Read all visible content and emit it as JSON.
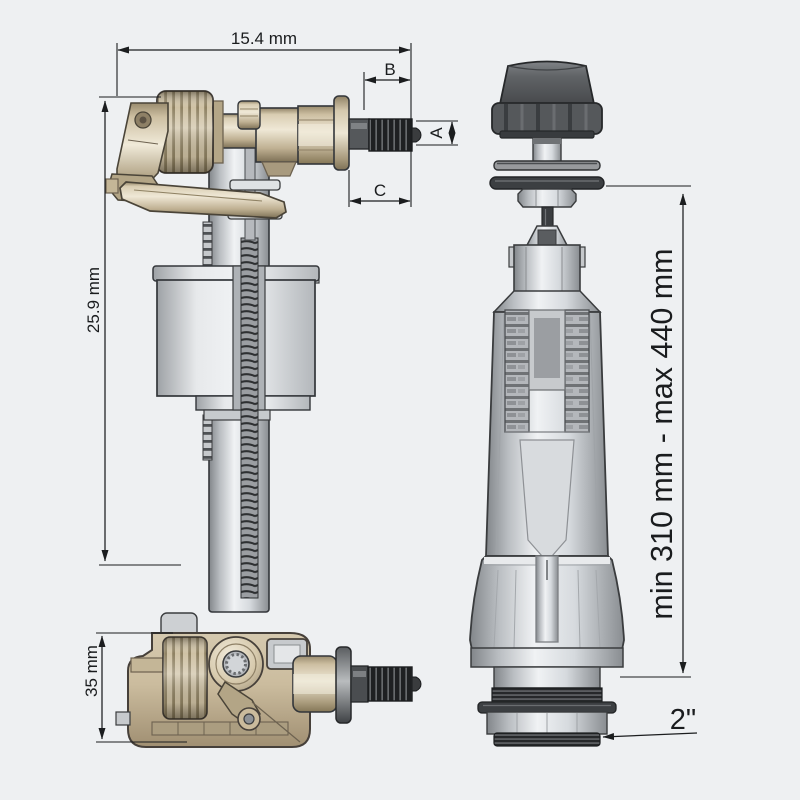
{
  "drawing": {
    "title": "toilet fill valve and flush valve dimensional drawing",
    "background": "#eef0f2",
    "line_color": "#1b1d1f",
    "fill_valve_side": {
      "dims": {
        "overall_width": "15.4 mm",
        "overall_height": "25.9 mm",
        "thread_diameter": "A",
        "thread_length": "B",
        "shank_length": "C"
      }
    },
    "fill_valve_top": {
      "dims": {
        "body_height": "35 mm"
      }
    },
    "flush_valve": {
      "dims": {
        "install_height": "min 310 mm - max 440 mm",
        "outlet_thread": "2\""
      }
    },
    "colors": {
      "tan_plastic": "#c9bb9e",
      "grey_plastic": "#ced2d6",
      "dark_grey": "#4e5154",
      "thread_black": "#1e2022"
    }
  }
}
